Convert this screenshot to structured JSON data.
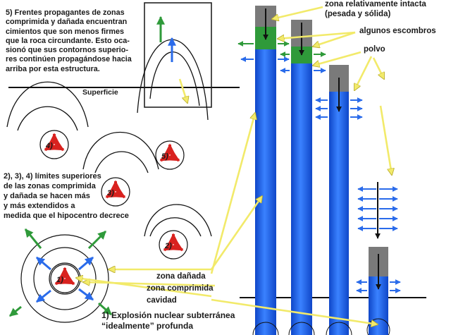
{
  "notes": {
    "step5": [
      "5) Frentes propagantes de zonas",
      "comprimida y dañada encuentran",
      "cimientos que son menos firmes",
      "que la roca circundante. Esto oca-",
      "sionó que sus contornos superio-",
      "res continúen propagándose hacia",
      "arriba por esta estructura."
    ],
    "step234": [
      "2), 3), 4) límites superiores",
      "de las zonas comprimida",
      "y dañada se hacen más",
      "y más extendidos a",
      "medida que el hipocentro decrece"
    ],
    "step1": [
      "1) Explosión nuclear subterránea",
      "“idealmente” profunda"
    ]
  },
  "labels": {
    "surface": "Superficie",
    "intact_zone": [
      "zona relativamente intacta",
      "(pesada y sólida)"
    ],
    "debris": "algunos escombros",
    "dust": "polvo",
    "damaged_zone": "zona dañada",
    "compressed_zone": "zona comprimida",
    "cavity": "cavidad"
  },
  "markers": [
    "1)",
    "2)",
    "3)",
    "4)",
    "5)"
  ],
  "colors": {
    "column_blue": "#1e63f0",
    "column_gray": "#7a7a7a",
    "debris_green": "#2f9a3a",
    "explosion_red": "#d9221f",
    "arrow_yellow": "#f2ea6a",
    "ground_line": "#111111"
  }
}
